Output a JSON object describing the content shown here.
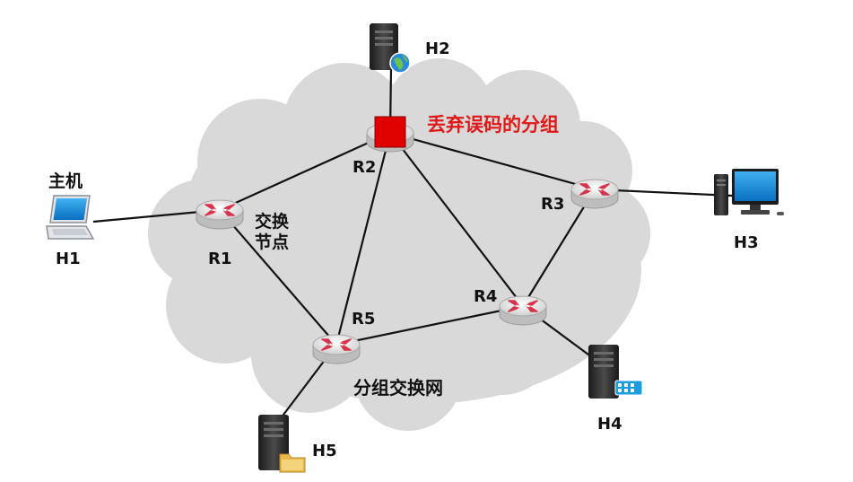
{
  "colors": {
    "cloud": "#d9d9d9",
    "link": "#111111",
    "router_body": "#f2f2f2",
    "router_arrow": "#d8324a",
    "drop_marker": "#e00000",
    "highlight_text": "#e01818",
    "label_text": "#111111"
  },
  "labels": {
    "host_caption": "主机",
    "switch_node_line1": "交换",
    "switch_node_line2": "节点",
    "network_caption": "分组交换网",
    "drop_caption": "丢弃误码的分组"
  },
  "routers": [
    {
      "id": "R1",
      "label": "R1"
    },
    {
      "id": "R2",
      "label": "R2"
    },
    {
      "id": "R3",
      "label": "R3"
    },
    {
      "id": "R4",
      "label": "R4"
    },
    {
      "id": "R5",
      "label": "R5"
    }
  ],
  "hosts": [
    {
      "id": "H1",
      "label": "H1",
      "icon": "laptop-icon"
    },
    {
      "id": "H2",
      "label": "H2",
      "icon": "server-globe-icon"
    },
    {
      "id": "H3",
      "label": "H3",
      "icon": "desktop-computer-icon"
    },
    {
      "id": "H4",
      "label": "H4",
      "icon": "server-network-icon"
    },
    {
      "id": "H5",
      "label": "H5",
      "icon": "server-folder-icon"
    }
  ],
  "links": [
    [
      "R1",
      "R2"
    ],
    [
      "R1",
      "R5"
    ],
    [
      "R2",
      "R5"
    ],
    [
      "R2",
      "R4"
    ],
    [
      "R2",
      "R3"
    ],
    [
      "R3",
      "R4"
    ],
    [
      "R4",
      "R5"
    ],
    [
      "H1",
      "R1"
    ],
    [
      "H2",
      "R2"
    ],
    [
      "H3",
      "R3"
    ],
    [
      "H4",
      "R4"
    ],
    [
      "H5",
      "R5"
    ]
  ]
}
